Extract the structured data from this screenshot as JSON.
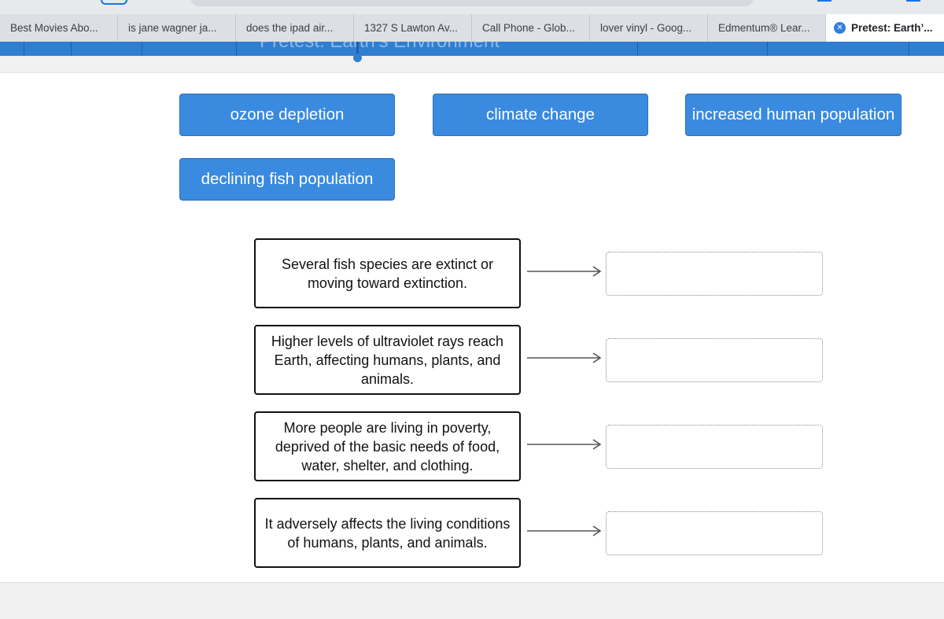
{
  "browser": {
    "tabs": [
      {
        "label": "Best Movies Abo..."
      },
      {
        "label": "is jane wagner ja..."
      },
      {
        "label": "does the ipad air..."
      },
      {
        "label": "1327 S Lawton Av..."
      },
      {
        "label": "Call Phone - Glob..."
      },
      {
        "label": "lover vinyl - Goog..."
      },
      {
        "label": "Edmentum® Lear..."
      }
    ],
    "active_tab": {
      "label": "Pretest: Earth’...",
      "close_glyph": "✕"
    }
  },
  "app": {
    "header_title": "Pretest: Earth’s Environment"
  },
  "answers": [
    {
      "label": "ozone depletion"
    },
    {
      "label": "climate change"
    },
    {
      "label": "increased human population"
    },
    {
      "label": "declining fish population"
    }
  ],
  "clues": [
    {
      "text": "Several fish species are extinct or moving toward extinction."
    },
    {
      "text": "Higher levels of ultraviolet rays reach Earth, affecting humans, plants, and animals."
    },
    {
      "text": "More people are living in poverty, deprived of the basic needs of food, water, shelter, and clothing."
    },
    {
      "text": "It adversely affects the living conditions of humans, plants, and animals."
    }
  ],
  "colors": {
    "chip_blue": "#3a8ae0",
    "header_blue": "#2f7ed1"
  }
}
